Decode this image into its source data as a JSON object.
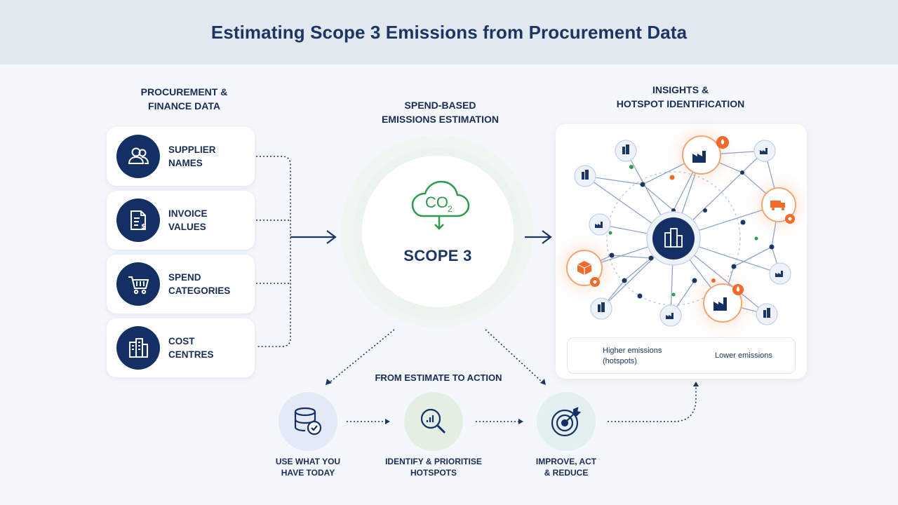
{
  "header": {
    "title": "Estimating Scope 3 Emissions from Procurement Data"
  },
  "columns": {
    "left_title": "PROCUREMENT &\nFINANCE DATA",
    "middle_title": "SPEND-BASED\nEMISSIONS ESTIMATION",
    "right_title": "INSIGHTS &\nHOTSPOT IDENTIFICATION"
  },
  "inputs": [
    {
      "label": "SUPPLIER\nNAMES",
      "icon": "users-icon"
    },
    {
      "label": "INVOICE\nVALUES",
      "icon": "invoice-icon"
    },
    {
      "label": "SPEND\nCATEGORIES",
      "icon": "cart-icon"
    },
    {
      "label": "COST\nCENTRES",
      "icon": "buildings-icon"
    }
  ],
  "estimation": {
    "co2_text": "CO",
    "co2_sub": "2",
    "scope_label": "SCOPE 3"
  },
  "legend": {
    "high": "Higher emissions\n(hotspots)",
    "low": "Lower emissions"
  },
  "action": {
    "title": "FROM ESTIMATE TO ACTION",
    "steps": [
      {
        "label": "USE WHAT YOU\nHAVE TODAY",
        "icon": "database-check-icon"
      },
      {
        "label": "IDENTIFY & PRIORITISE\nHOTSPOTS",
        "icon": "chart-search-icon"
      },
      {
        "label": "IMPROVE, ACT\n& REDUCE",
        "icon": "target-icon"
      }
    ]
  },
  "colors": {
    "navy": "#142f63",
    "hotspot": "#f06a2b",
    "low": "#8fa6d8",
    "green": "#2e9a4d"
  }
}
